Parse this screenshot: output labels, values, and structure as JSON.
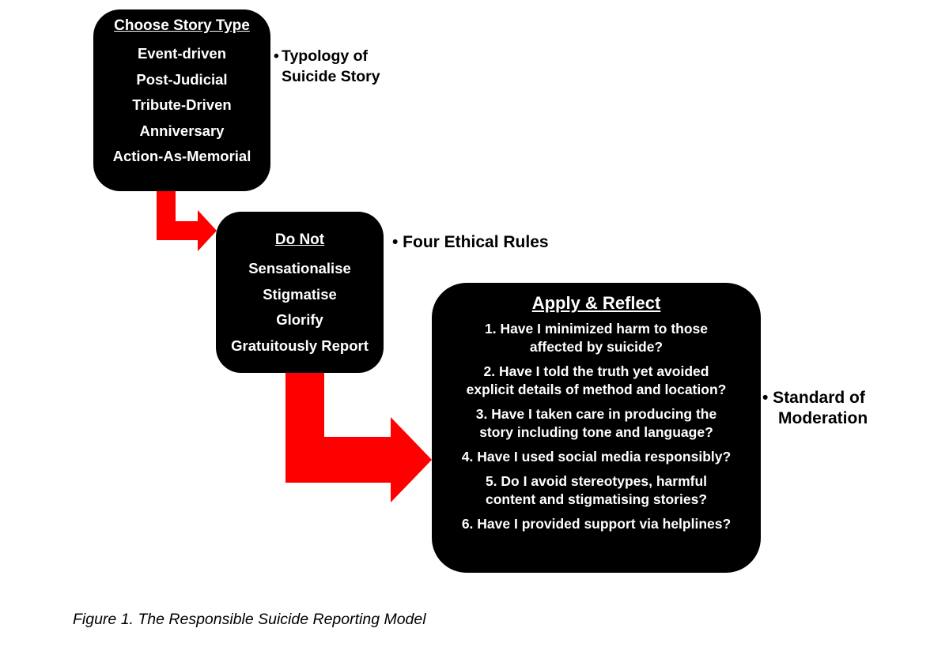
{
  "boxes": {
    "story_type": {
      "heading": "Choose Story Type",
      "items": [
        "Event-driven",
        "Post-Judicial",
        "Tribute-Driven",
        "Anniversary",
        "Action-As-Memorial"
      ]
    },
    "do_not": {
      "heading": "Do Not",
      "items": [
        "Sensationalise",
        "Stigmatise",
        "Glorify",
        "Gratuitously Report"
      ]
    },
    "apply_reflect": {
      "heading": "Apply & Reflect",
      "questions": [
        [
          "1. Have I minimized harm to those",
          "affected by suicide?"
        ],
        [
          "2. Have I told the truth yet avoided",
          "explicit details of method and location?"
        ],
        [
          "3. Have I taken care in producing the",
          "story including tone and language?"
        ],
        [
          "4. Have I used social media responsibly?"
        ],
        [
          "5. Do I avoid stereotypes, harmful",
          "content and stigmatising stories?"
        ],
        [
          "6. Have I provided support via helplines?"
        ]
      ]
    }
  },
  "side_labels": {
    "typology": {
      "bullet": "•",
      "line1": "Typology of",
      "line2": "Suicide Story"
    },
    "ethical": "• Four Ethical Rules",
    "moderation": {
      "line1": "• Standard of",
      "line2": "Moderation"
    }
  },
  "caption": "Figure 1. The Responsible Suicide Reporting Model",
  "colors": {
    "box": "#000000",
    "arrow": "#ff0000",
    "text_on_box": "#ffffff"
  }
}
